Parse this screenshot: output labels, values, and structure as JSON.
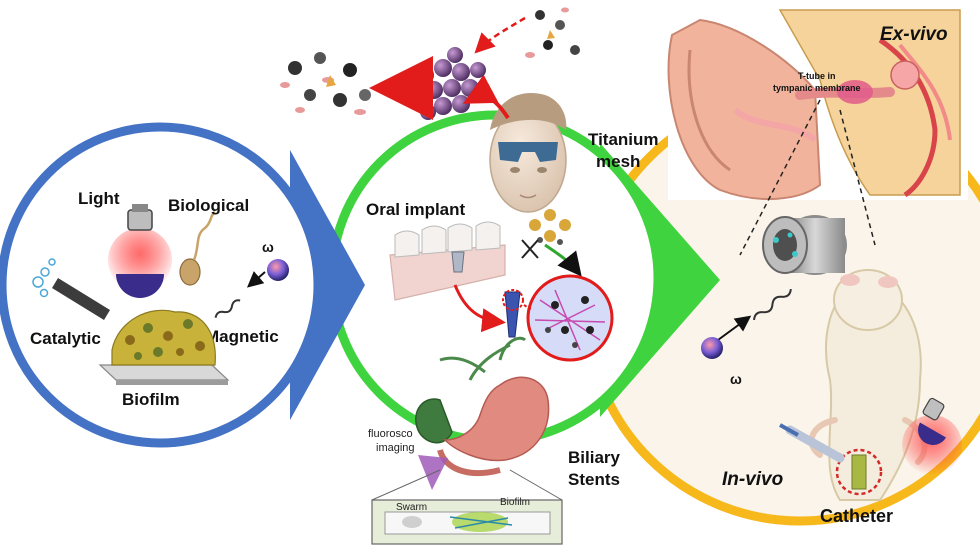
{
  "panels": {
    "left": {
      "labels": {
        "light": "Light",
        "biological": "Biological",
        "catalytic": "Catalytic",
        "magnetic": "Magnetic",
        "biofilm": "Biofilm",
        "omega": "ω"
      },
      "colors": {
        "ring": "#4472c4"
      }
    },
    "middle": {
      "labels": {
        "titanium_mesh_1": "Titanium",
        "titanium_mesh_2": "mesh",
        "oral_implant": "Oral implant",
        "biliary_stents_1": "Biliary",
        "biliary_stents_2": "Stents",
        "fluoroscopy_1": "fluorosco",
        "fluoroscopy_2": "imaging",
        "swarm": "Swarm",
        "biofilm_small": "Biofilm"
      },
      "colors": {
        "ring": "#3fd33f"
      }
    },
    "right": {
      "labels": {
        "ex_vivo": "Ex-vivo",
        "t_tube_1": "T-tube in",
        "t_tube_2": "tympanic membrane",
        "in_vivo": "In-vivo",
        "catheter": "Catheter",
        "omega": "ω"
      },
      "colors": {
        "ring": "#f6b81a"
      }
    }
  }
}
